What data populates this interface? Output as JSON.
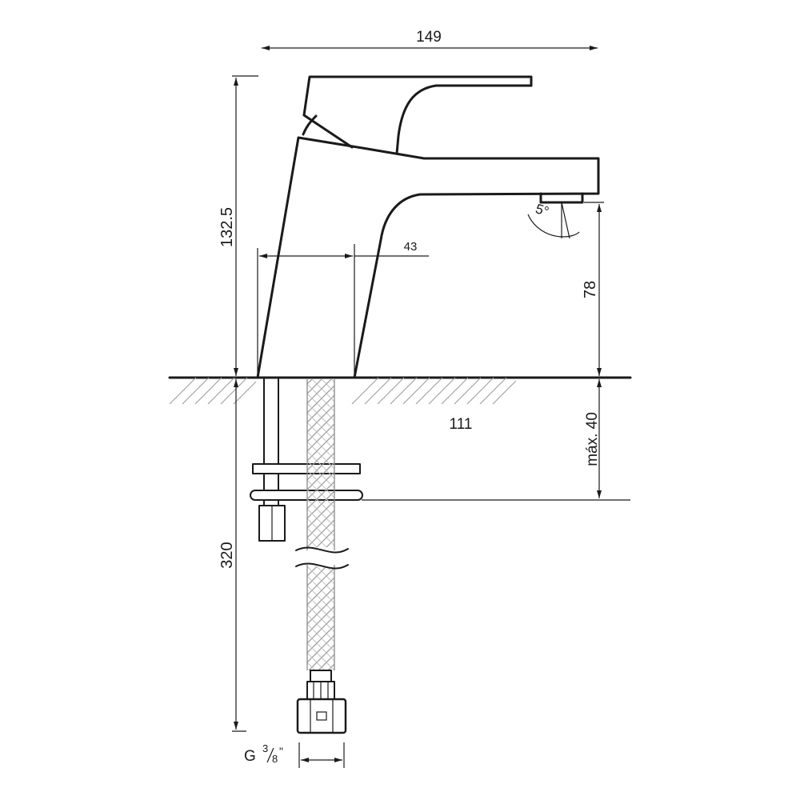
{
  "dimensions": {
    "total_width": "149",
    "total_height": "132.5",
    "base_width": "43",
    "spout_height": "78",
    "projection": "111",
    "max_thickness": "máx. 40",
    "hose_length": "320",
    "spout_angle": "5°",
    "connector_prefix": "G",
    "connector_numerator": "3",
    "connector_denominator": "8",
    "connector_unit": "\""
  }
}
